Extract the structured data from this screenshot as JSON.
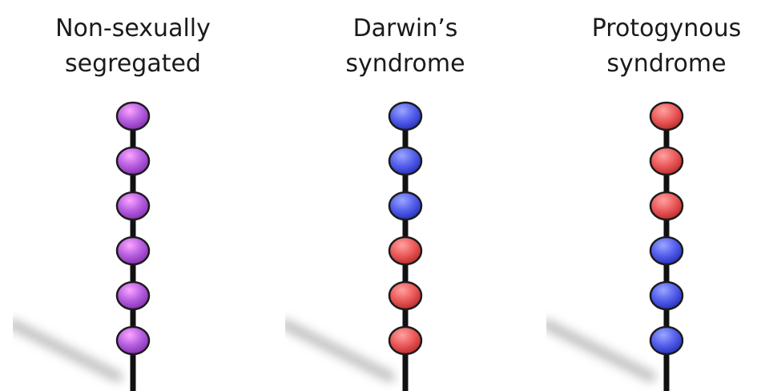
{
  "colors": {
    "purple": "#b65fe0",
    "blue": "#5560ec",
    "red": "#ec5b5b",
    "stem": "#111111"
  },
  "panels": [
    {
      "title_lines": [
        "Non-sexually",
        "segregated"
      ],
      "beads": [
        "purple",
        "purple",
        "purple",
        "purple",
        "purple",
        "purple"
      ]
    },
    {
      "title_lines": [
        "Darwin’s",
        "syndrome"
      ],
      "beads": [
        "blue",
        "blue",
        "blue",
        "red",
        "red",
        "red"
      ]
    },
    {
      "title_lines": [
        "Protogynous",
        "syndrome"
      ],
      "beads": [
        "red",
        "red",
        "red",
        "blue",
        "blue",
        "blue"
      ]
    }
  ]
}
